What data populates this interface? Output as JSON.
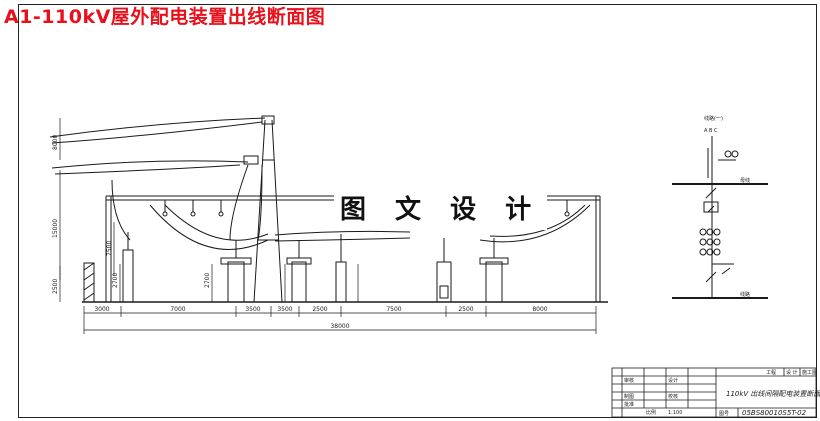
{
  "drawing": {
    "title": "A1-110kV屋外配电装置出线断面图",
    "watermark": "图 文 设 计"
  },
  "dimensions": {
    "vertical": [
      "8000",
      "15000",
      "7500",
      "2700",
      "2700",
      "2500"
    ],
    "horizontal": [
      "3000",
      "7000",
      "3500",
      "3500",
      "2500",
      "7500",
      "2500",
      "8000"
    ],
    "overall": "38000"
  },
  "wiring_diagram": {
    "header": "线路(一)",
    "phases": "A B C",
    "bus_label": "母线",
    "line_label": "线路"
  },
  "title_block": {
    "project": "工程",
    "stage_col1": "设 计",
    "stage_col2": "施工图",
    "drawing_name": "110kV 出线间隔配电装置断面图",
    "drawing_number": "05BS80010S5T-02",
    "design": "设计",
    "check": "校核",
    "audit": "审核",
    "drawn": "制图",
    "approve": "批准",
    "scale": "比例",
    "scale_value": "1:100",
    "number_label": "图号"
  },
  "colors": {
    "title": "#e8101a",
    "lines": "#1a1a1a",
    "background": "#ffffff"
  }
}
